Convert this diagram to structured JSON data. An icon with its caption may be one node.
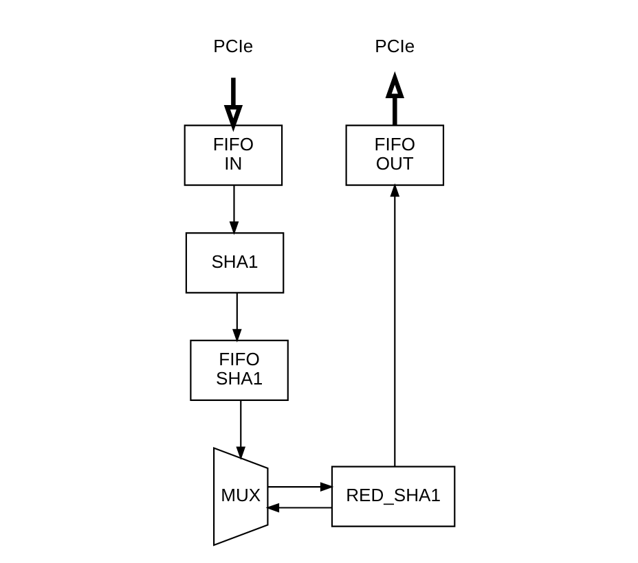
{
  "diagram": {
    "nodes": [
      {
        "text": [
          "PCIe"
        ]
      },
      {
        "text": [
          "FIFO IN"
        ]
      },
      {
        "text": [
          "SHA1"
        ]
      },
      {
        "text": [
          "FIFO SHA1"
        ]
      },
      {
        "text": [
          "MUX"
        ]
      },
      {
        "text": [
          "RED_SHA1"
        ]
      },
      {
        "text": [
          "FIFO OUT"
        ]
      },
      {
        "text": [
          "PCIe"
        ]
      }
    ],
    "edges": [
      {
        "from": 0,
        "to": 1,
        "arrow": "to",
        "style": "thick"
      },
      {
        "from": 1,
        "to": 2,
        "arrow": "to"
      },
      {
        "from": 2,
        "to": 3,
        "arrow": "to"
      },
      {
        "from": 3,
        "to": 4,
        "arrow": "to"
      },
      {
        "from": 4,
        "to": 5,
        "arrow": "to"
      },
      {
        "from": 5,
        "to": 4,
        "arrow": "to"
      },
      {
        "from": 5,
        "to": 6,
        "arrow": "to"
      },
      {
        "from": 6,
        "to": 7,
        "arrow": "to",
        "style": "thick"
      }
    ]
  }
}
